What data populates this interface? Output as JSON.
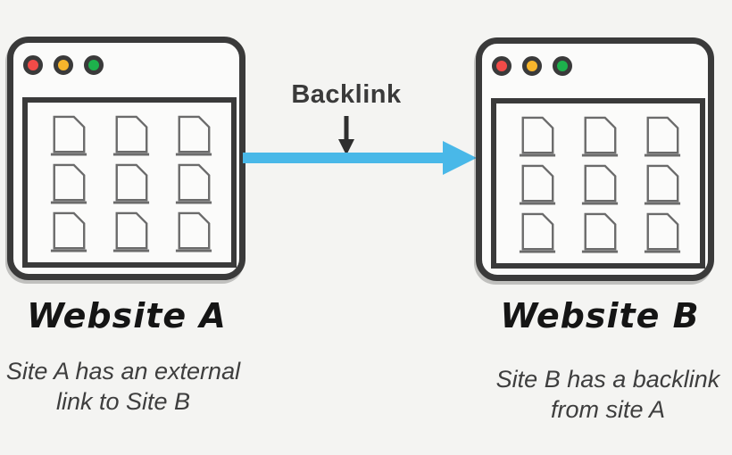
{
  "diagram": {
    "backlink_label": "Backlink",
    "site_a": {
      "title": "Website A",
      "caption_line1": "Site A has an external",
      "caption_line2": "link to Site B"
    },
    "site_b": {
      "title": "Website B",
      "caption_line1": "Site B has a backlink",
      "caption_line2": "from site A"
    }
  },
  "colors": {
    "background": "#f4f4f2",
    "window_border": "#3a3a3a",
    "traffic_red": "#f14b48",
    "traffic_amber": "#f7b52c",
    "traffic_green": "#1db14c",
    "arrow_blue": "#49b8e8",
    "page_outline": "#6b6b6b",
    "title_text": "#151515",
    "caption_text": "#3e3e3e"
  }
}
